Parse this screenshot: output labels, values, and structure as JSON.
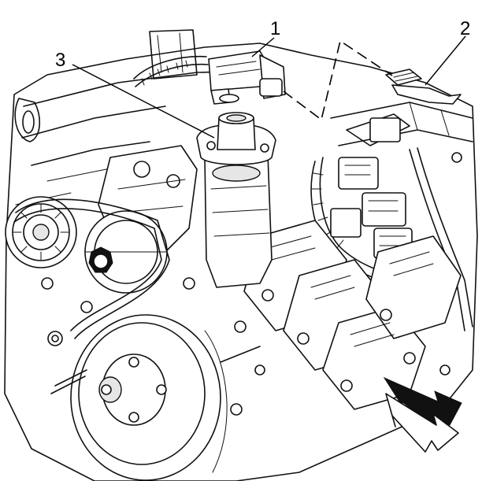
{
  "callouts": {
    "one": "1",
    "two": "2",
    "three": "3"
  },
  "icons": {
    "view_direction": "forward-arrow-icon"
  }
}
